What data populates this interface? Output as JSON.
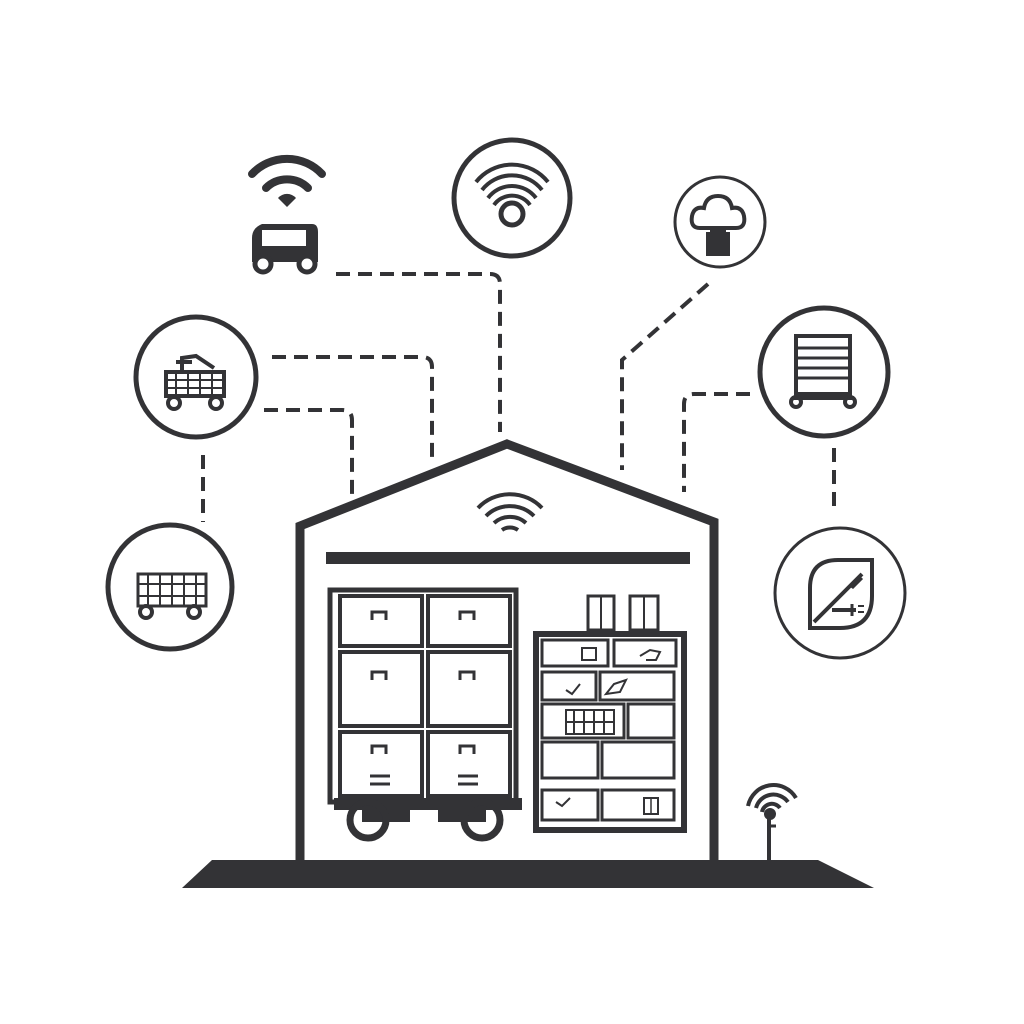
{
  "diagram": {
    "subject": "",
    "colors": {
      "ink": "#333336",
      "background": "#ffffff"
    },
    "nodes": [
      {
        "id": "wifi-car",
        "icon": "car-wifi-icon"
      },
      {
        "id": "wifi-signal",
        "icon": "wifi-signal-icon"
      },
      {
        "id": "cloud-device",
        "icon": "cloud-icon"
      },
      {
        "id": "forklift",
        "icon": "forklift-icon"
      },
      {
        "id": "server-cart",
        "icon": "server-rack-icon"
      },
      {
        "id": "cargo-cart",
        "icon": "cargo-cart-icon"
      },
      {
        "id": "leaf-tool",
        "icon": "leaf-tool-icon"
      }
    ],
    "center": {
      "icon": "warehouse-icon"
    }
  }
}
